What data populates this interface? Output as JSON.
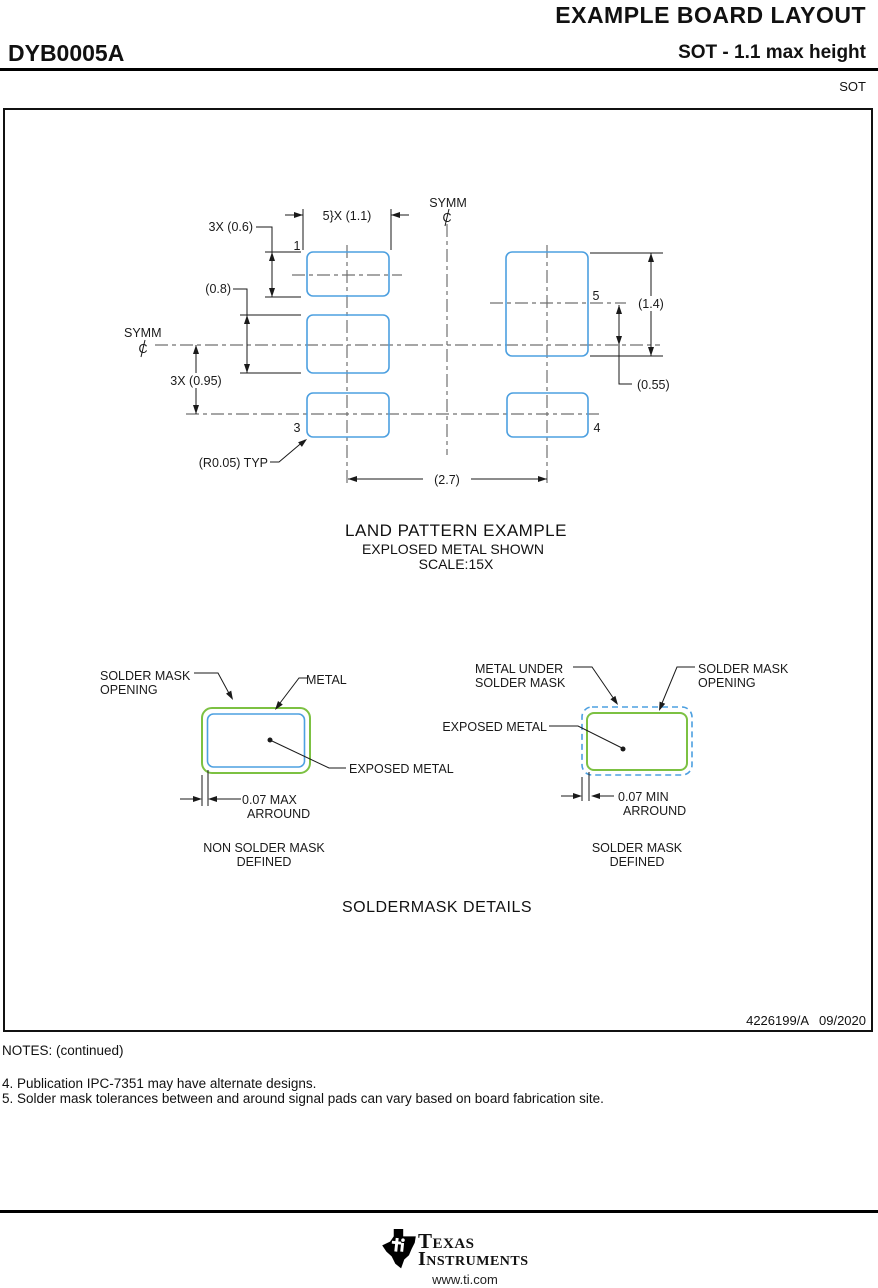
{
  "header": {
    "doc_title": "EXAMPLE BOARD LAYOUT",
    "part_number": "DYB0005A",
    "package_info": "SOT - 1.1 max height",
    "package_type": "SOT"
  },
  "lp": {
    "dim_width": "5}X (1.1)",
    "dim_h1": "3X (0.6)",
    "dim_h2": "(0.8)",
    "dim_pitch": "3X (0.95)",
    "dim_right_h": "(1.4)",
    "dim_right_off": "(0.55)",
    "dim_span": "(2.7)",
    "radius": "(R0.05) TYP",
    "symm": "SYMM",
    "pin1": "1",
    "pin3": "3",
    "pin4": "4",
    "pin5": "5",
    "title": "LAND PATTERN EXAMPLE",
    "sub1": "EXPLOSED METAL SHOWN",
    "sub2": "SCALE:15X"
  },
  "sm": {
    "title": "SOLDERMASK DETAILS",
    "left": {
      "opening1": "SOLDER MASK",
      "opening2": "OPENING",
      "metal": "METAL",
      "exposed": "EXPOSED METAL",
      "dim1": "0.07 MAX",
      "dim2": "ARROUND",
      "cap1": "NON SOLDER MASK",
      "cap2": "DEFINED"
    },
    "right": {
      "under1": "METAL UNDER",
      "under2": "SOLDER MASK",
      "opening1": "SOLDER MASK",
      "opening2": "OPENING",
      "exposed": "EXPOSED METAL",
      "dim1": "0.07 MIN",
      "dim2": "ARROUND",
      "cap1": "SOLDER MASK",
      "cap2": "DEFINED"
    }
  },
  "titleblock": {
    "drawing_number": "4226199/A",
    "date": "09/2020"
  },
  "notes": {
    "heading": "NOTES: (continued)",
    "note4": "4. Publication IPC-7351 may have alternate designs.",
    "note5": "5. Solder mask tolerances between and around signal pads can vary based on board fabrication site."
  },
  "footer": {
    "brand_line1": "Texas",
    "brand_line2": "Instruments",
    "url": "www.ti.com"
  },
  "colors": {
    "pad_blue": "#4da0e0",
    "mask_green": "#7cc142"
  }
}
